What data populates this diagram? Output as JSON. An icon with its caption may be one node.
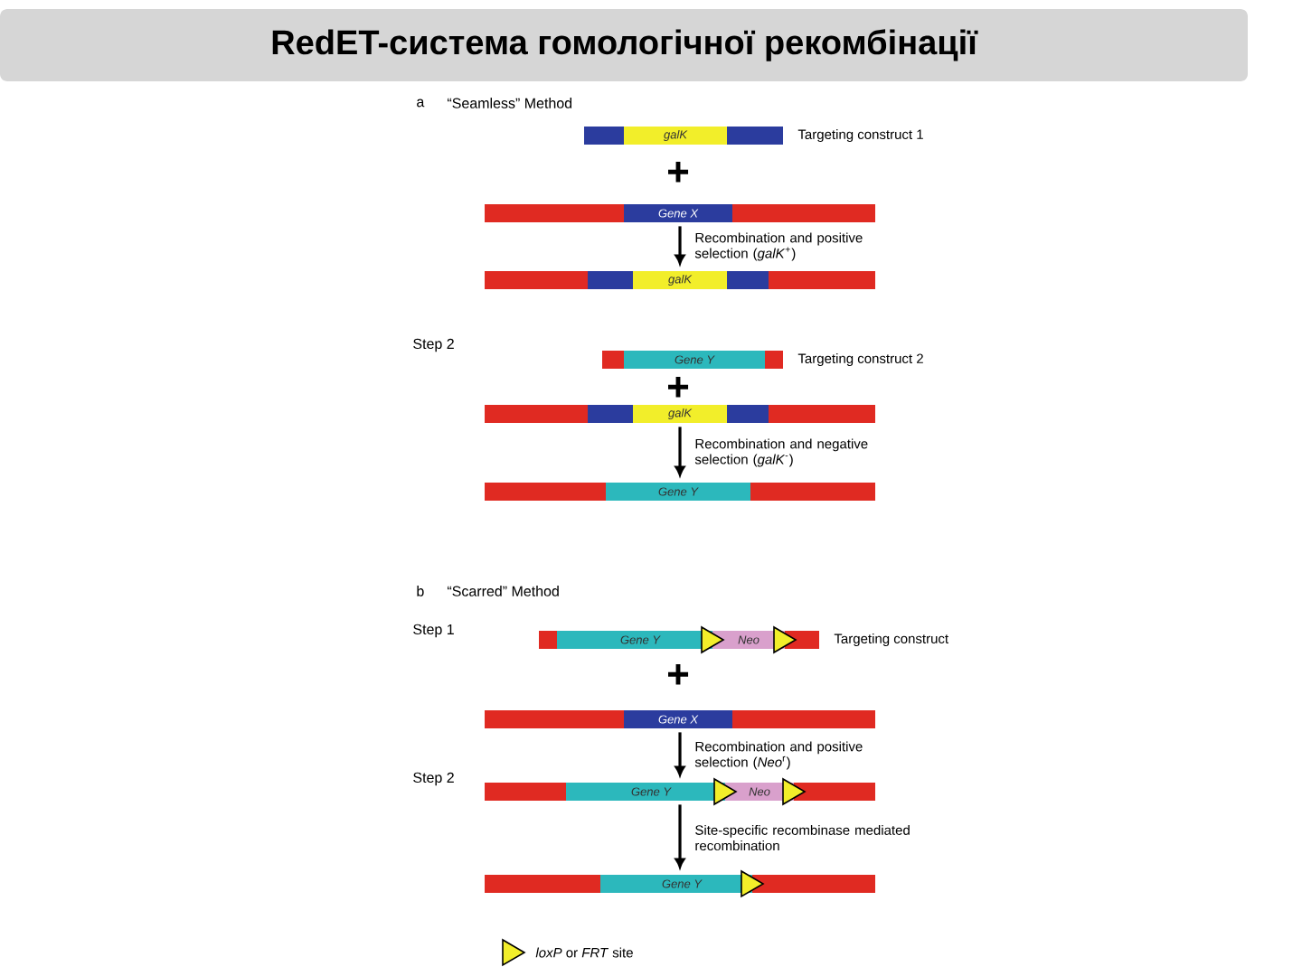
{
  "diagram": {
    "title": "RedET-система гомологічної рекомбінації",
    "nodes": [
      {
        "text": [
          "galK"
        ],
        "beside": [
          "Targeting construct 1"
        ]
      },
      {
        "text": [
          "Gene X"
        ]
      },
      {
        "text": [
          "galK"
        ]
      },
      {
        "text": [
          "Gene Y"
        ],
        "beside": [
          "Targeting construct 2"
        ]
      },
      {
        "text": [
          "galK"
        ]
      },
      {
        "text": [
          "Gene Y"
        ]
      },
      {
        "text": [
          "Gene Y",
          "Neo"
        ],
        "beside": [
          "Targeting construct"
        ]
      },
      {
        "text": [
          "Gene X"
        ]
      },
      {
        "text": [
          "Gene Y",
          "Neo"
        ]
      },
      {
        "text": [
          "Gene Y"
        ]
      }
    ],
    "edges": [
      {
        "from": 1,
        "to": 2,
        "arrow": "to",
        "label": "Recombination and positive selection (*galK*$^{+}$)"
      },
      {
        "from": 4,
        "to": 5,
        "arrow": "to",
        "label": "Recombination and negative selection (*galK*$^{-}$)"
      },
      {
        "from": 7,
        "to": 8,
        "arrow": "to",
        "label": "Recombination and positive selection (*Neo*$^{r}$)"
      },
      {
        "from": 8,
        "to": 9,
        "arrow": "to",
        "label": "Site-specific recombinase mediated recombination"
      }
    ],
    "labels": [
      "a",
      "“Seamless” Method",
      "+",
      "Step 2",
      "+",
      "b",
      "“Scarred” Method",
      "Step 1",
      "+",
      "Step 2"
    ],
    "legend": [
      {
        "text": "*loxP* or *FRT* site"
      }
    ]
  }
}
